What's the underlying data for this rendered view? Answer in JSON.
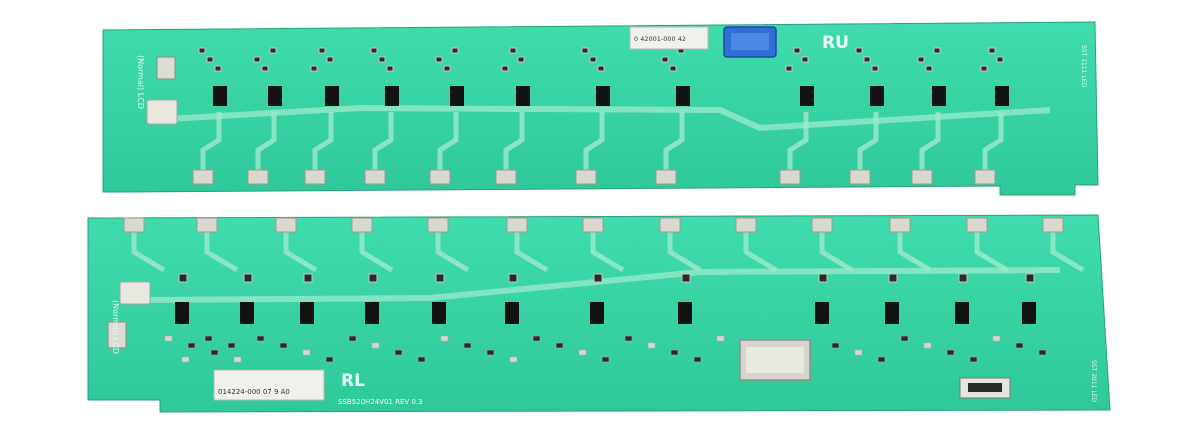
{
  "top_board": {
    "board_label": "RU",
    "sticker_text": "0 42001-000 42",
    "side_text": "(Normal) LCD",
    "bottom_right_text": "SST 1111 LED"
  },
  "bottom_board": {
    "board_label": "RL",
    "model_text": "SSB520H24V01 REV 0.3",
    "sticker_text": "014224-000 07 9 A0",
    "side_text": "(Normal) LCD",
    "bottom_right_text": "SST 2011 LED"
  },
  "colors": {
    "pcb": "#37d3a3",
    "trace": "#9eeacc",
    "pad": "#d9d9d0",
    "chip": "#121212",
    "connector_blue": "#2f6fd6"
  }
}
